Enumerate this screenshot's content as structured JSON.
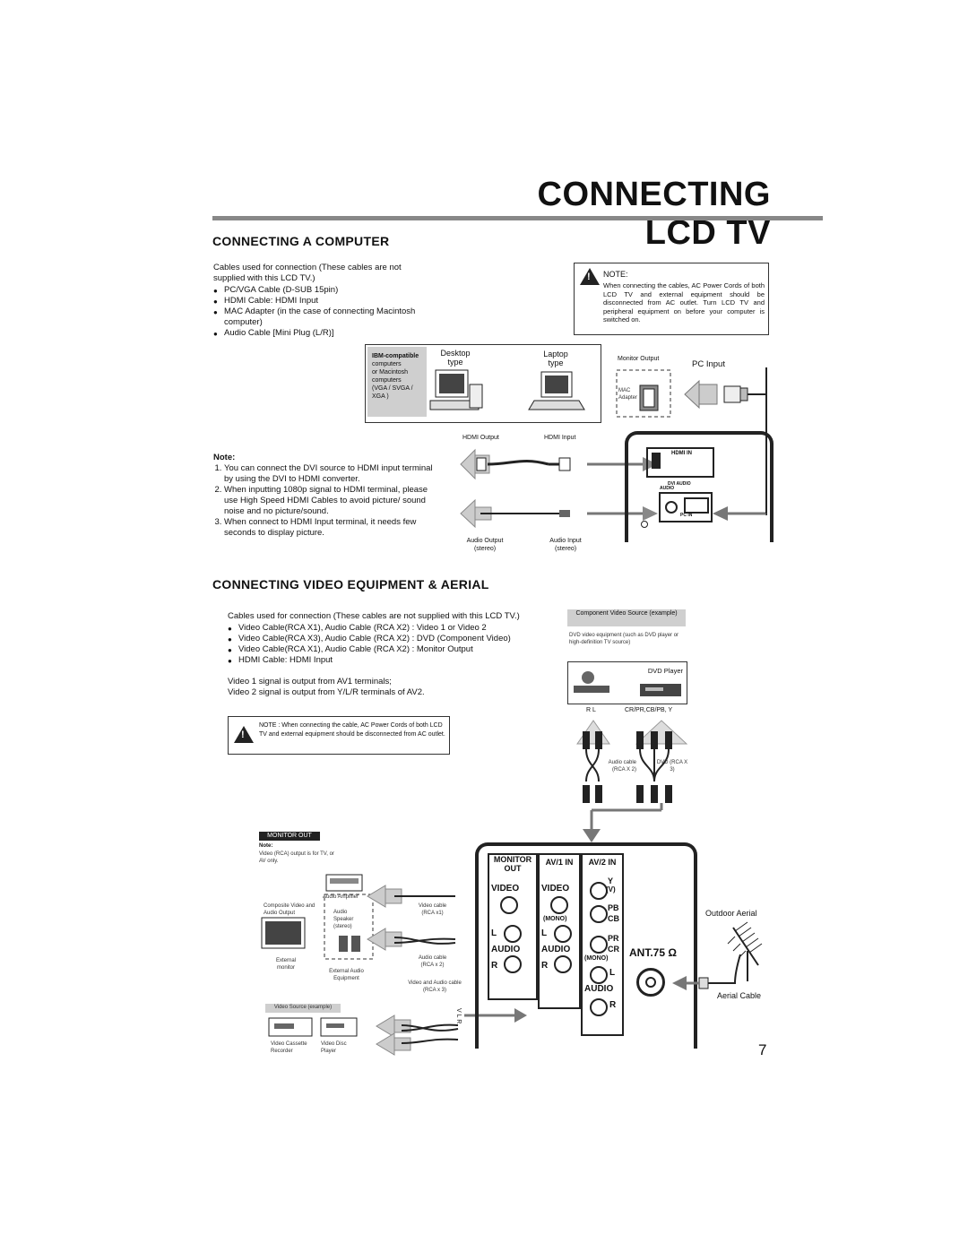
{
  "page_title": "CONNECTING LCD TV",
  "page_number": "7",
  "computer": {
    "heading": "CONNECTING  A  COMPUTER",
    "cables_intro": "Cables used for connection  (These cables are not supplied with this LCD TV.)",
    "cables": [
      "PC/VGA Cable (D-SUB 15pin)",
      "HDMI Cable: HDMI Input",
      "MAC Adapter (in the case of connecting Macintosh computer)",
      "Audio Cable [Mini Plug (L/R)]"
    ],
    "note_label": "NOTE:",
    "note_text": "When connecting the cables, AC Power Cords of both LCD TV and external equipment should be disconnected from AC outlet.  Turn LCD TV and peripheral equipment on before your computer is switched on.",
    "computers_box": {
      "label_lines": [
        "IBM-compatible",
        "computers",
        "or Macintosh",
        "computers",
        "(VGA / SVGA /",
        "XGA )"
      ],
      "desktop": "Desktop type",
      "laptop": "Laptop type"
    },
    "monitor_output": "Monitor Output",
    "pc_input": "PC  Input",
    "mac_adapter": "MAC Adapter",
    "hdmi_output": "HDMI Output",
    "hdmi_input": "HDMI Input",
    "audio_output": "Audio Output (stereo)",
    "audio_input": "Audio Input (stereo)",
    "tv_labels": {
      "hdmi": "HDMI IN",
      "dvi": "DVI AUDIO",
      "audio": "AUDIO",
      "pc": "PC IN"
    },
    "notes_title": "Note:",
    "notes": [
      "You can connect the DVI source to HDMI input terminal by using the DVI to HDMI converter.",
      "When inputting 1080p signal to HDMI terminal, please use High Speed HDMI Cables to avoid picture/ sound noise and no picture/sound.",
      "When connect to HDMI Input terminal, it needs few seconds to display picture."
    ]
  },
  "video": {
    "heading": "CONNECTING VIDEO EQUIPMENT & AERIAL",
    "cables_intro": "Cables used for connection  (These cables are not supplied with this LCD TV.)",
    "cables": [
      "Video Cable(RCA X1), Audio Cable (RCA X2) :  Video 1 or Video 2",
      "Video Cable(RCA X3), Audio Cable (RCA X2) : DVD (Component Video)",
      "Video Cable(RCA X1), Audio Cable (RCA X2) : Monitor Output",
      "HDMI Cable: HDMI Input"
    ],
    "signal_lines": [
      "Video 1 signal is output from AV1 terminals;",
      "Video 2 signal is output from Y/L/R terminals of AV2."
    ],
    "note_text": "NOTE : When connecting the cable, AC Power Cords of both LCD TV and external equipment should be disconnected from AC outlet.",
    "component_source": "Component Video Source (example)",
    "dvd_equipment": "DVD video equipment (such as DVD player or high-definition TV source)",
    "dvd_player": "DVD Player",
    "rl": "R   L",
    "component_pins": "CR/PR,CB/PB, Y",
    "audio_cable_rca2": "Audio cable (RCA X 2)",
    "dvd_rca3": "DVD (RCA X 3)",
    "monitor_out_tag": "MONITOR OUT",
    "monitor_note_title": "Note:",
    "monitor_note": "Video (RCA) output is for TV, or AV only.",
    "audio_amplifier": "Audio Amplifier",
    "composite_video": "Composite Video and Audio Output",
    "audio_speaker": "Audio Speaker (stereo)",
    "external_monitor": "External monitor",
    "external_audio": "External Audio Equipment",
    "video_cable_rca1": "Video cable (RCA x1)",
    "audio_cable_rcax2": "Audio cable (RCA x 2)",
    "video_audio_cable": "Video and Audio cable (RCA x 3)",
    "video_source": "Video Source (example)",
    "video_cassette": "Video Cassette Recorder",
    "video_disc": "Video Disc Player",
    "vlr": "V  L  R",
    "panel": {
      "monitor_out": "MONITOR OUT",
      "av1": "AV/1 IN",
      "av2": "AV/2 IN",
      "video": "VIDEO",
      "l": "L",
      "audio": "AUDIO",
      "r": "R",
      "mono": "(MONO)",
      "y": "Y",
      "v": "(V)",
      "pb": "PB",
      "cb": "CB",
      "pr": "PR",
      "cr": "CR",
      "ant": "ANT.75 Ω"
    },
    "outdoor_aerial": "Outdoor Aerial",
    "aerial_cable": "Aerial Cable"
  }
}
